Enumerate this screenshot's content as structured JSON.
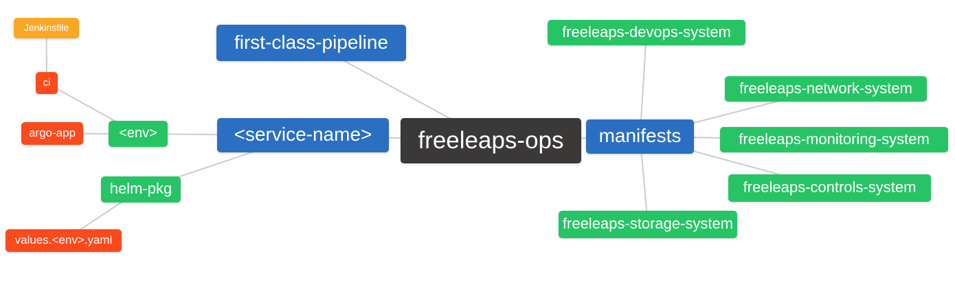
{
  "diagram": {
    "type": "mindmap",
    "background": "#ffffff",
    "edge_color": "#cccccc",
    "palette": {
      "root": "#3b3838",
      "branch": "#2b6fc3",
      "leaf_green": "#27c466",
      "leaf_red": "#fb4a1c",
      "leaf_amber": "#f9a826",
      "text": "#ffffff"
    },
    "nodes": [
      {
        "id": "freeleaps-ops",
        "label": "freeleaps-ops",
        "role": "root"
      },
      {
        "id": "first-class-pipeline",
        "label": "first-class-pipeline",
        "role": "branch"
      },
      {
        "id": "service-name",
        "label": "<service-name>",
        "role": "branch"
      },
      {
        "id": "manifests",
        "label": "manifests",
        "role": "branch"
      },
      {
        "id": "env",
        "label": "<env>",
        "role": "leaf_green"
      },
      {
        "id": "helm-pkg",
        "label": "helm-pkg",
        "role": "leaf_green"
      },
      {
        "id": "ci",
        "label": "ci",
        "role": "leaf_red"
      },
      {
        "id": "argo-app",
        "label": "argo-app",
        "role": "leaf_red"
      },
      {
        "id": "values-env-yaml",
        "label": "values.<env>.yaml",
        "role": "leaf_red"
      },
      {
        "id": "jenkinsfile",
        "label": "Jenkinsfile",
        "role": "leaf_amber"
      },
      {
        "id": "freeleaps-devops-system",
        "label": "freeleaps-devops-system",
        "role": "leaf_green"
      },
      {
        "id": "freeleaps-network-system",
        "label": "freeleaps-network-system",
        "role": "leaf_green"
      },
      {
        "id": "freeleaps-monitoring-system",
        "label": "freeleaps-monitoring-system",
        "role": "leaf_green"
      },
      {
        "id": "freeleaps-controls-system",
        "label": "freeleaps-controls-system",
        "role": "leaf_green"
      },
      {
        "id": "freeleaps-storage-system",
        "label": "freeleaps-storage-system",
        "role": "leaf_green"
      }
    ],
    "edges": [
      [
        "jenkinsfile",
        "ci"
      ],
      [
        "ci",
        "env"
      ],
      [
        "argo-app",
        "env"
      ],
      [
        "env",
        "service-name"
      ],
      [
        "helm-pkg",
        "service-name"
      ],
      [
        "values-env-yaml",
        "helm-pkg"
      ],
      [
        "first-class-pipeline",
        "freeleaps-ops"
      ],
      [
        "service-name",
        "freeleaps-ops"
      ],
      [
        "freeleaps-ops",
        "manifests"
      ],
      [
        "manifests",
        "freeleaps-devops-system"
      ],
      [
        "manifests",
        "freeleaps-network-system"
      ],
      [
        "manifests",
        "freeleaps-monitoring-system"
      ],
      [
        "manifests",
        "freeleaps-controls-system"
      ],
      [
        "manifests",
        "freeleaps-storage-system"
      ]
    ]
  }
}
